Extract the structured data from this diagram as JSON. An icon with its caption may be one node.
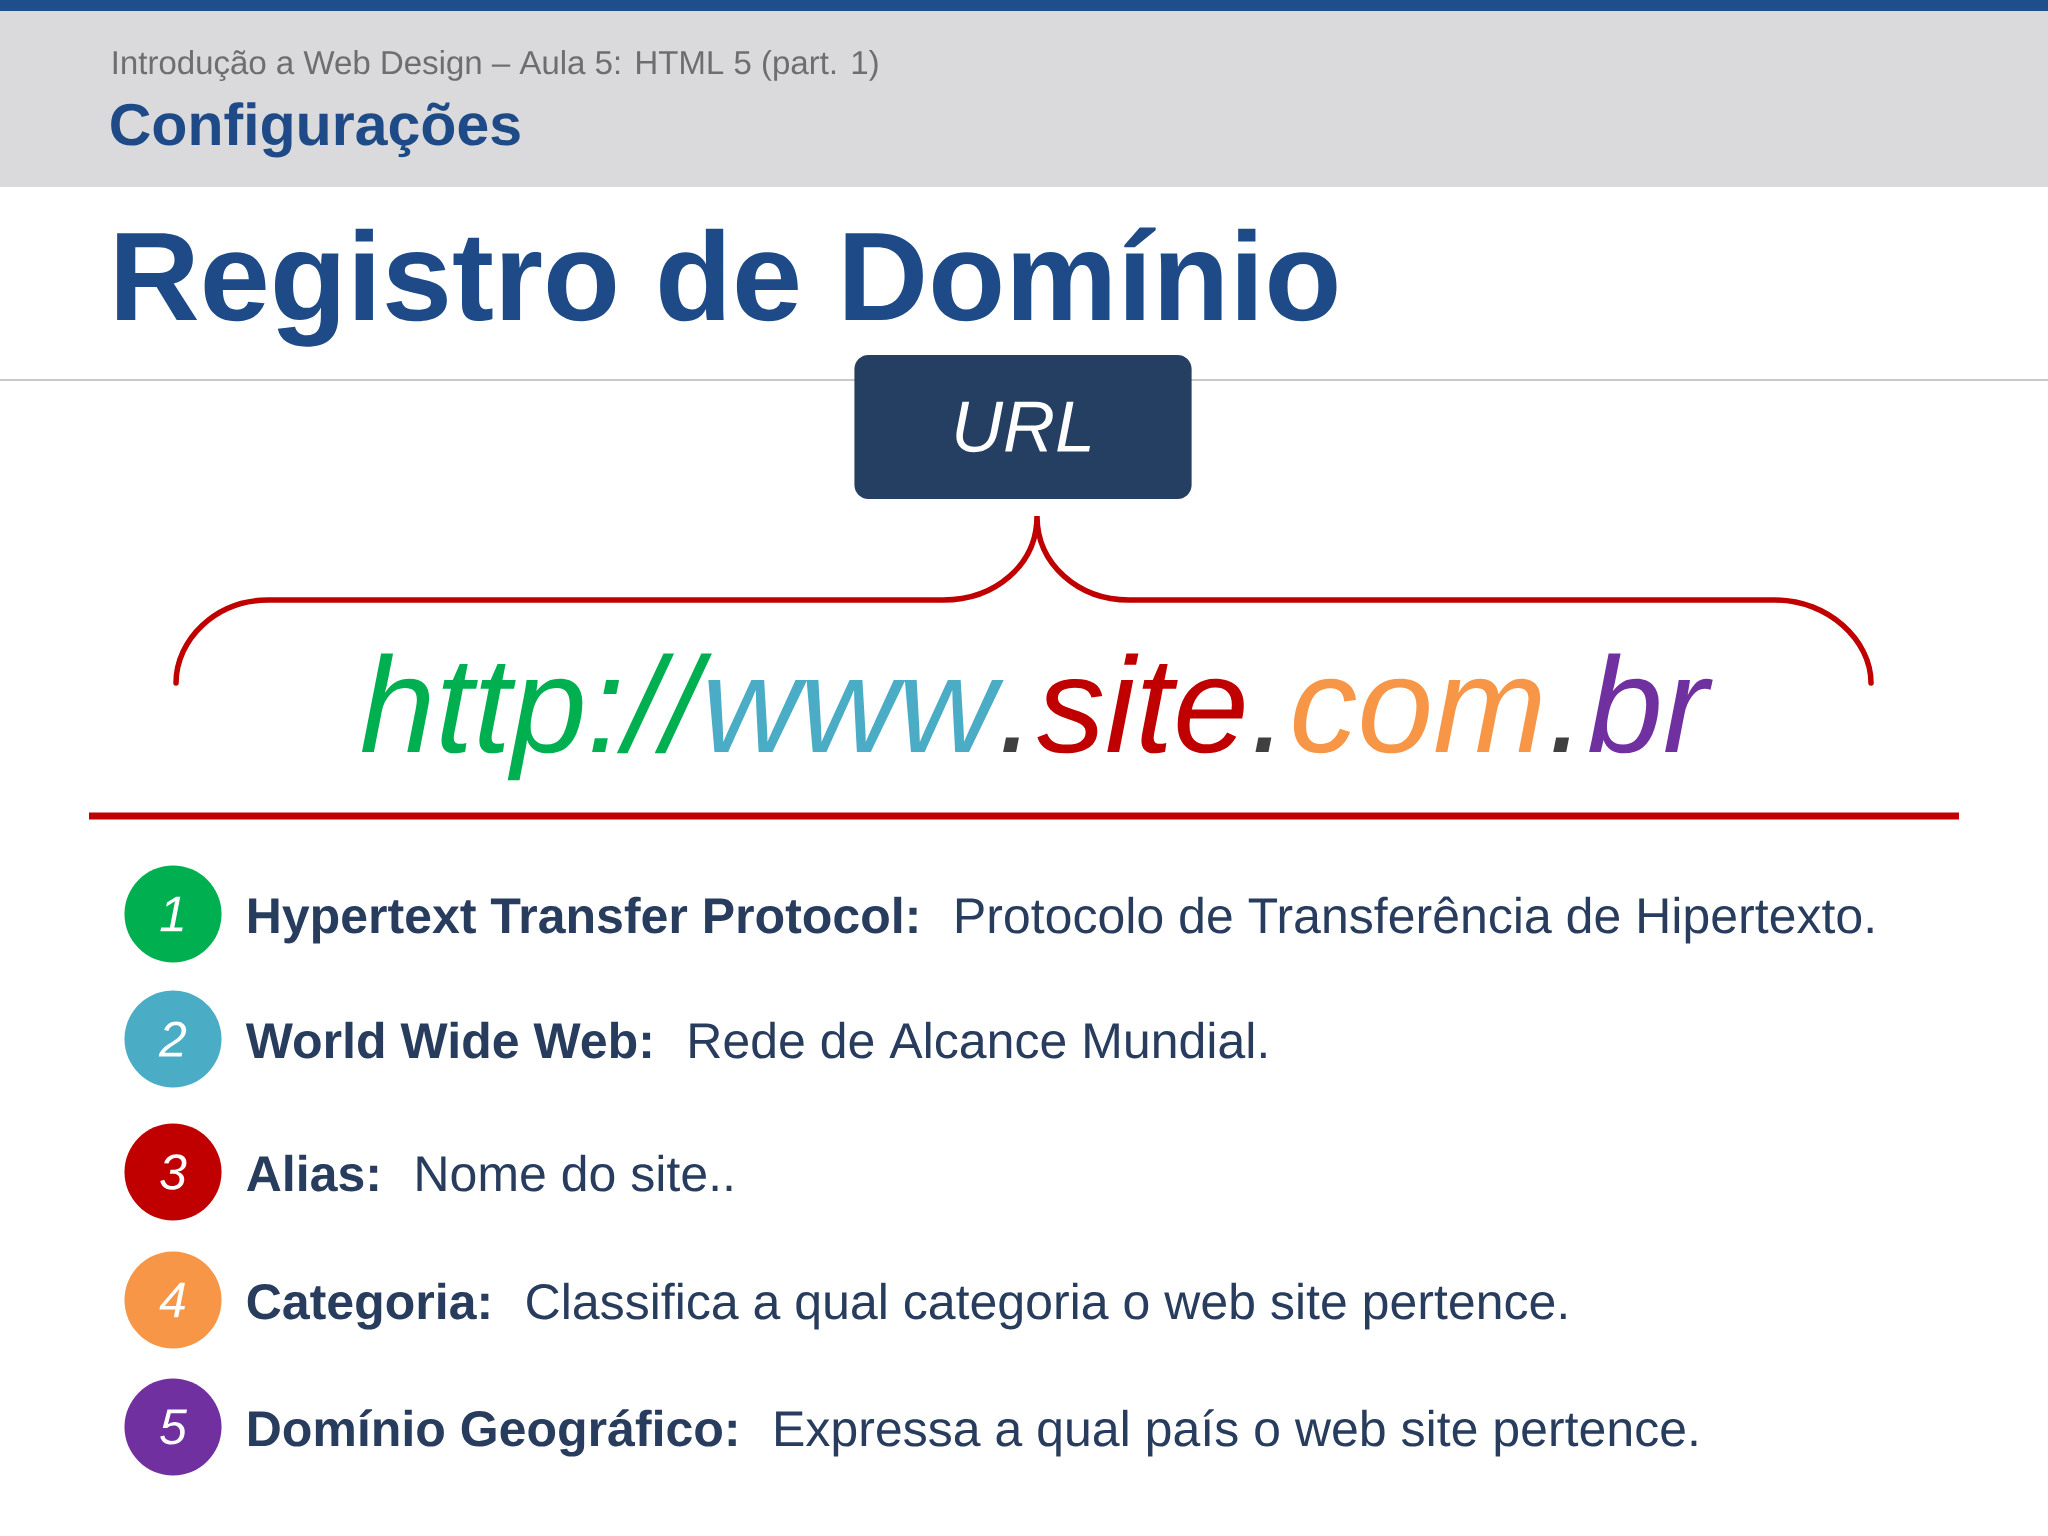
{
  "diagram": {
    "title": "Registro de Domínio",
    "nodes": [
      {
        "text": [
          "URL"
        ]
      },
      {
        "text": [
          "1"
        ],
        "beside": [
          "Hypertext Transfer Protocol:",
          "Protocolo de Transferência de Hipertexto."
        ]
      },
      {
        "text": [
          "2"
        ],
        "beside": [
          "World Wide Web:",
          "Rede de Alcance Mundial."
        ]
      },
      {
        "text": [
          "3"
        ],
        "beside": [
          "Alias:",
          "Nome do site.."
        ]
      },
      {
        "text": [
          "4"
        ],
        "beside": [
          "Categoria:",
          "Classifica a qual categoria o web site pertence."
        ]
      },
      {
        "text": [
          "5"
        ],
        "beside": [
          "Domínio Geográfico:",
          "Expressa a qual país o web site pertence."
        ]
      }
    ],
    "labels": [
      "Introdução a Web Design – Aula 5: HTML 5 (part. 1)",
      "Configurações",
      "http://",
      "www",
      ".",
      "site",
      ".",
      "com",
      ".",
      "br"
    ]
  }
}
